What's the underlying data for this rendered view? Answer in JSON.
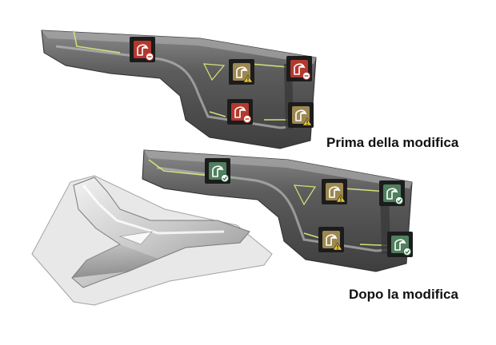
{
  "captions": {
    "before": "Prima della modifica",
    "after": "Dopo la modifica"
  },
  "colors": {
    "fail": "#b3392e",
    "warn": "#9c8850",
    "pass": "#4f7f5e",
    "marker_frame": "#1c1c1c",
    "part_dark": "#5a5a5a",
    "part_light": "#9a9a9a",
    "trim_line": "#d8e07a"
  },
  "panels": {
    "before": {
      "markers": [
        {
          "status": "fail",
          "icon": "fold-sheet-icon",
          "badge": "minus-circle-icon"
        },
        {
          "status": "warn",
          "icon": "fold-sheet-icon",
          "badge": "warning-triangle-icon"
        },
        {
          "status": "fail",
          "icon": "fold-sheet-icon",
          "badge": "minus-circle-icon"
        },
        {
          "status": "fail",
          "icon": "fold-sheet-icon",
          "badge": "minus-circle-icon"
        },
        {
          "status": "warn",
          "icon": "fold-sheet-icon",
          "badge": "warning-triangle-icon"
        }
      ]
    },
    "after": {
      "markers": [
        {
          "status": "pass",
          "icon": "fold-sheet-icon",
          "badge": "check-circle-icon"
        },
        {
          "status": "warn",
          "icon": "fold-sheet-icon",
          "badge": "warning-triangle-icon"
        },
        {
          "status": "pass",
          "icon": "fold-sheet-icon",
          "badge": "check-circle-icon"
        },
        {
          "status": "warn",
          "icon": "fold-sheet-icon",
          "badge": "warning-triangle-icon"
        },
        {
          "status": "pass",
          "icon": "fold-sheet-icon",
          "badge": "check-circle-icon"
        }
      ]
    }
  }
}
